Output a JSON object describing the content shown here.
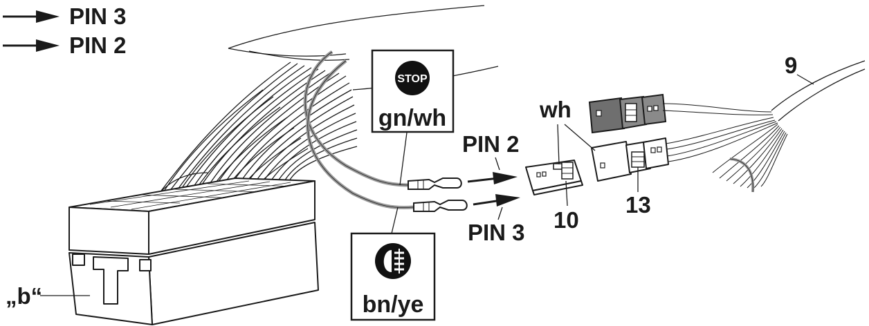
{
  "legend": {
    "pin3": "PIN 3",
    "pin2": "PIN 2"
  },
  "stop_box": {
    "icon_text": "STOP",
    "label": "gn/wh"
  },
  "fog_box": {
    "label": "bn/ye"
  },
  "callouts": {
    "pin2": "PIN 2",
    "pin3": "PIN 3",
    "wh": "wh",
    "b": "„b“",
    "n9": "9",
    "n10": "10",
    "n13": "13"
  },
  "colors": {
    "line": "#1a1a1a",
    "wire_grey": "#9a9a9a",
    "connector_grey": "#6f6f6f",
    "background": "#ffffff"
  }
}
